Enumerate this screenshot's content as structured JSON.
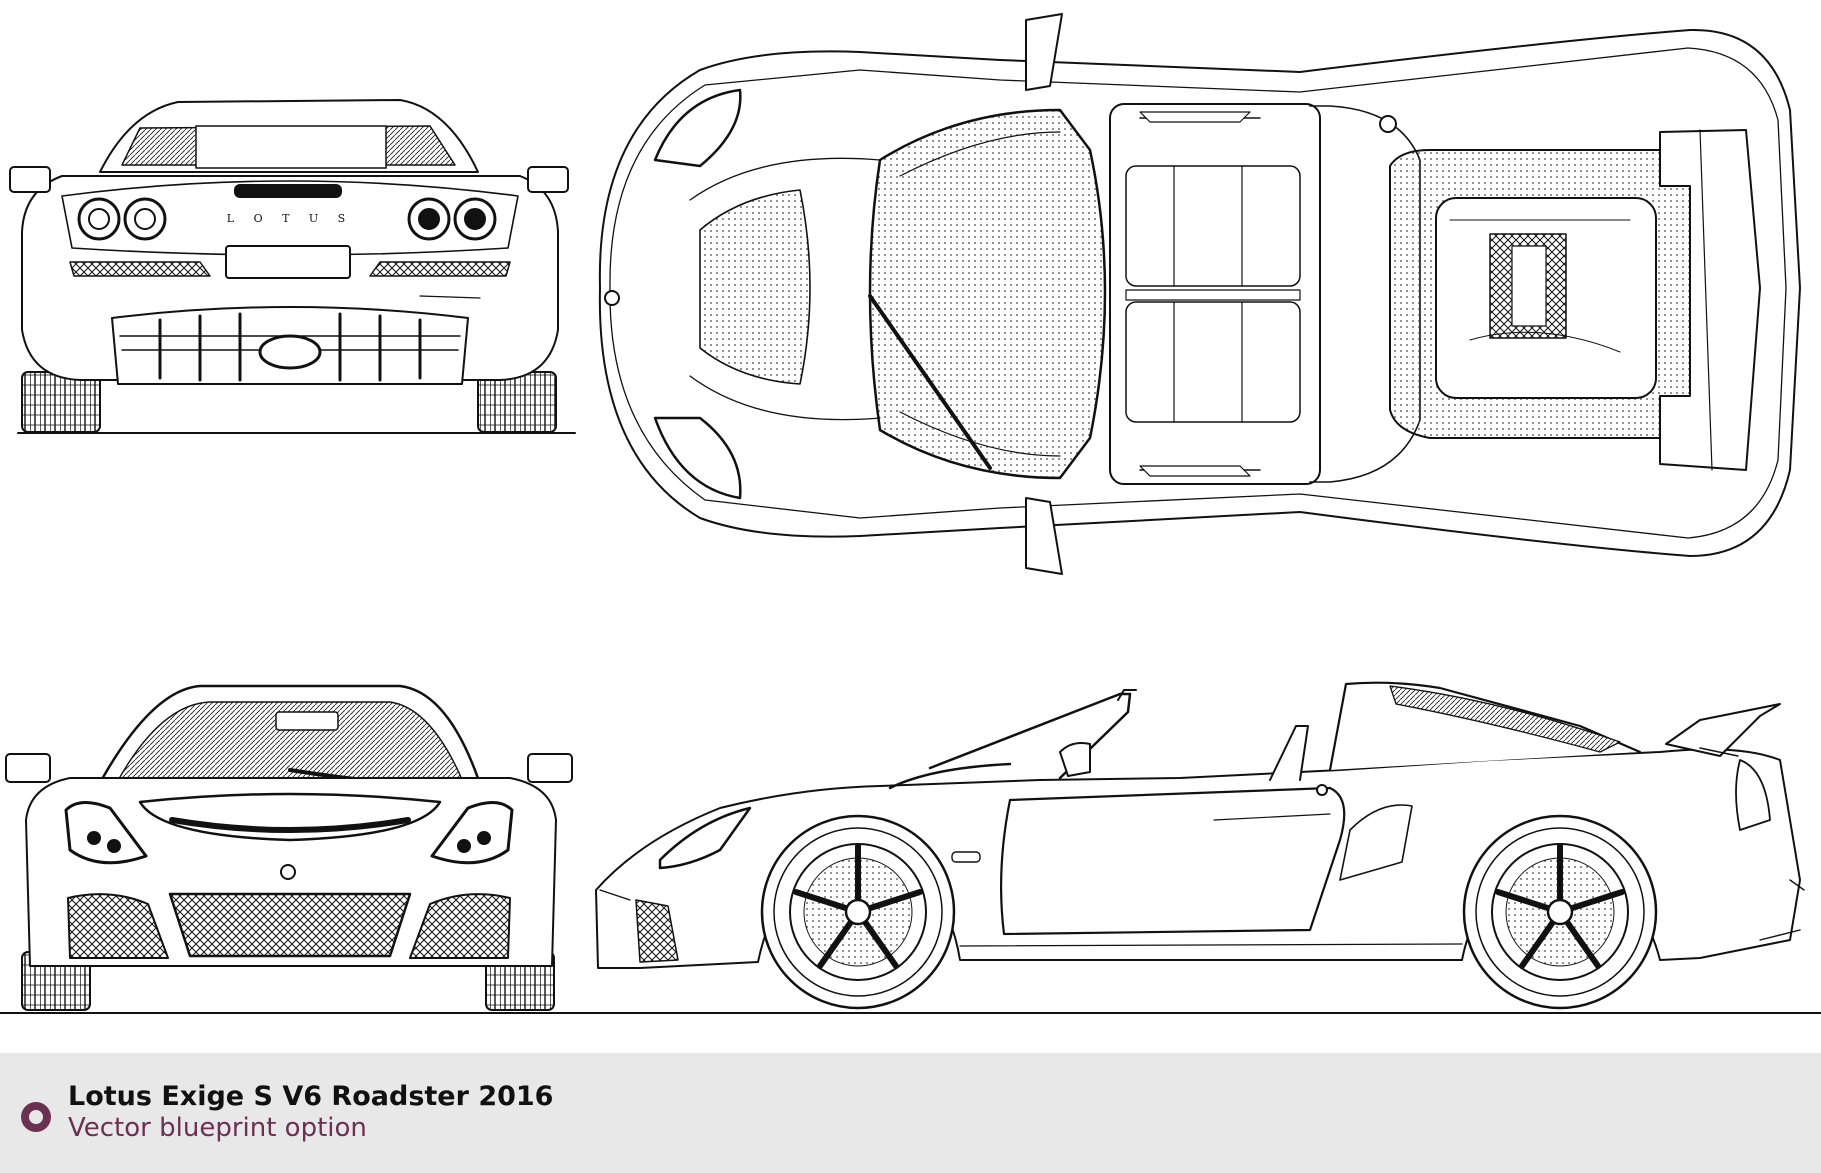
{
  "caption": {
    "title": "Lotus Exige S V6 Roadster 2016",
    "subtitle": "Vector blueprint option"
  },
  "rear_view": {
    "badge_text": "L O T U S"
  },
  "colors": {
    "line": "#111111",
    "footer_background": "#e8e8e8",
    "accent": "#6b3152"
  },
  "views": [
    "rear-view",
    "top-view",
    "front-view",
    "side-view"
  ]
}
